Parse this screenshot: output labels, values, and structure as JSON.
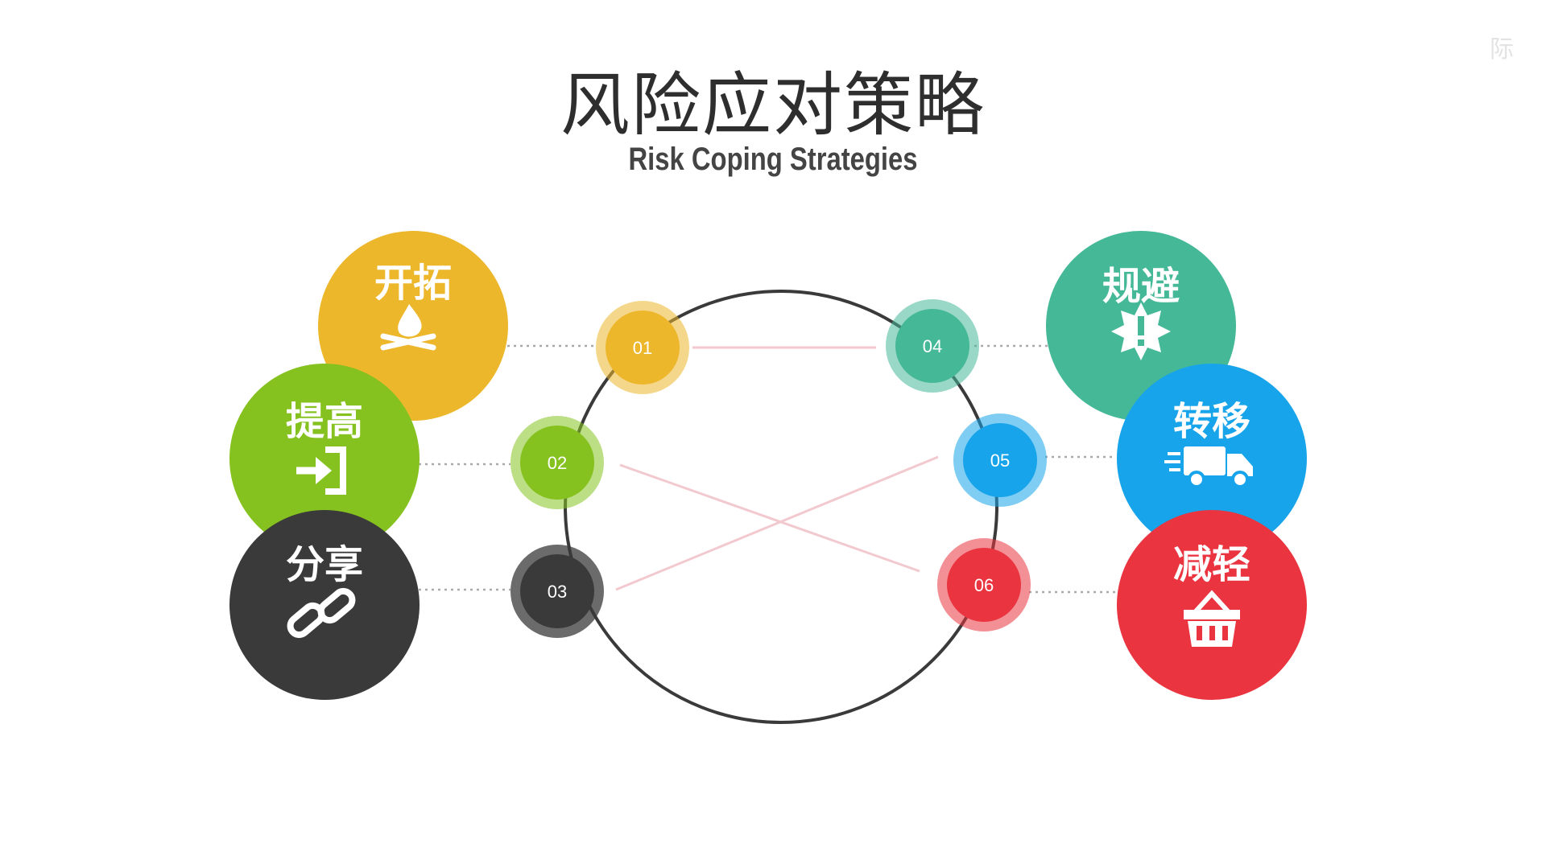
{
  "title": "风险应对策略",
  "subtitle": "Risk Coping Strategies",
  "watermark": "际",
  "colors": {
    "yellow": "#EDB72C",
    "green": "#85C21F",
    "dark": "#3A3A3A",
    "teal": "#45B898",
    "blue": "#18A4EA",
    "red": "#EA3440",
    "ring": "#3a3a3a",
    "cross_line": "#F2C9CF"
  },
  "strategies_left": [
    {
      "number": "01",
      "label": "开拓",
      "icon": "campfire-icon",
      "color": "#EDB72C"
    },
    {
      "number": "02",
      "label": "提高",
      "icon": "sign-in-arrow-icon",
      "color": "#85C21F"
    },
    {
      "number": "03",
      "label": "分享",
      "icon": "chain-link-icon",
      "color": "#3A3A3A"
    }
  ],
  "strategies_right": [
    {
      "number": "04",
      "label": "规避",
      "icon": "warning-badge-icon",
      "color": "#45B898"
    },
    {
      "number": "05",
      "label": "转移",
      "icon": "delivery-truck-icon",
      "color": "#18A4EA"
    },
    {
      "number": "06",
      "label": "减轻",
      "icon": "shopping-basket-icon",
      "color": "#EA3440"
    }
  ],
  "connections": [
    [
      "01",
      "04"
    ],
    [
      "02",
      "06"
    ],
    [
      "03",
      "05"
    ]
  ]
}
